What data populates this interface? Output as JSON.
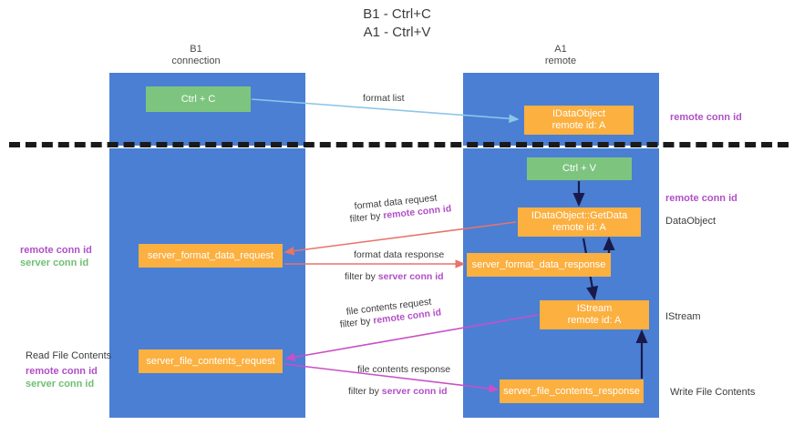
{
  "title": "B1 - Ctrl+C\nA1 - Ctrl+V",
  "columns": {
    "left": "B1\nconnection",
    "right": "A1\nremote"
  },
  "colors": {
    "lane": "#4a7fd4",
    "green_node": "#7dc57f",
    "orange_node": "#fbb040",
    "remote_conn_id": "#b14fc7",
    "server_conn_id": "#6fbf73",
    "divider": "#1a1a1a",
    "arrow_format_list": "#8ec6e8",
    "arrow_format_data": "#e8736a",
    "arrow_file_contents": "#c850c8",
    "arrow_internal": "#1a1a4a"
  },
  "nodes": {
    "ctrl_c": "Ctrl + C",
    "idataobject": "IDataObject\nremote id: A",
    "ctrl_v": "Ctrl + V",
    "getdata": "IDataObject::GetData\nremote id: A",
    "server_format_data_request": "server_format_data_request",
    "server_format_data_response": "server_format_data_response",
    "istream": "IStream\nremote id: A",
    "server_file_contents_request": "server_file_contents_request",
    "server_file_contents_response": "server_file_contents_response"
  },
  "edge_labels": {
    "format_list": "format list",
    "format_data_request": "format data request",
    "format_data_request_filter_prefix": "filter by ",
    "format_data_request_filter_value": "remote conn id",
    "format_data_response": "format data response",
    "format_data_response_filter_prefix": "filter by ",
    "format_data_response_filter_value": "server conn id",
    "file_contents_request": "file contents request",
    "file_contents_request_filter_prefix": "filter by ",
    "file_contents_request_filter_value": "remote conn id",
    "file_contents_response": "file contents response",
    "file_contents_response_filter_prefix": "filter by ",
    "file_contents_response_filter_value": "server conn id"
  },
  "captions": {
    "remote_conn_id_top": "remote conn id",
    "remote_conn_id_mid": "remote conn id",
    "dataobject": "DataObject",
    "istream": "IStream",
    "write_file_contents": "Write File Contents",
    "read_file_contents": "Read File Contents",
    "left_remote_conn_id": "remote conn id",
    "left_server_conn_id": "server conn id",
    "left_remote_conn_id_2": "remote conn id",
    "left_server_conn_id_2": "server conn id"
  }
}
